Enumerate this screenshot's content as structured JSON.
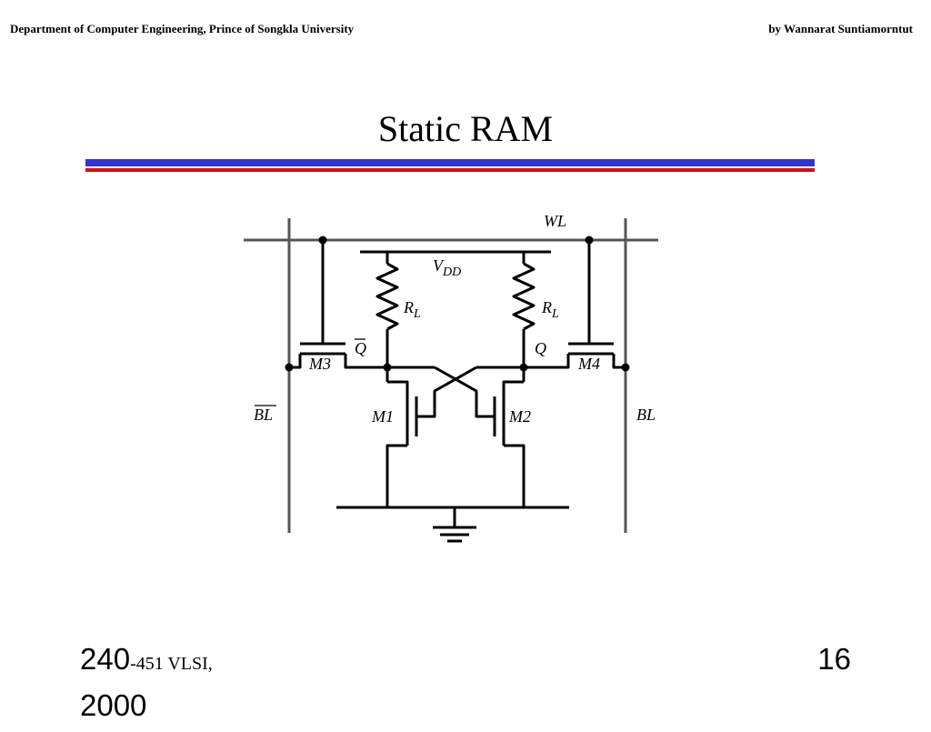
{
  "header": {
    "left": "Department of Computer Engineering, Prince of Songkla University",
    "right": "by Wannarat Suntiamorntut"
  },
  "title": "Static RAM",
  "colors": {
    "rule_blue": "#3333cc",
    "rule_red": "#cc1111",
    "wire": "#000000",
    "bitline": "#555555"
  },
  "circuit": {
    "labels": {
      "wl": "WL",
      "vdd": "V",
      "vdd_sub": "DD",
      "rl_left": "R",
      "rl_left_sub": "L",
      "rl_right": "R",
      "rl_right_sub": "L",
      "qbar": "Q",
      "q": "Q",
      "m3": "M3",
      "m4": "M4",
      "m1": "M1",
      "m2": "M2",
      "blbar": "BL",
      "bl": "BL"
    }
  },
  "footer": {
    "course_big": "240",
    "course_small": "-451  VLSI,",
    "year": "2000"
  },
  "page_number": "16"
}
